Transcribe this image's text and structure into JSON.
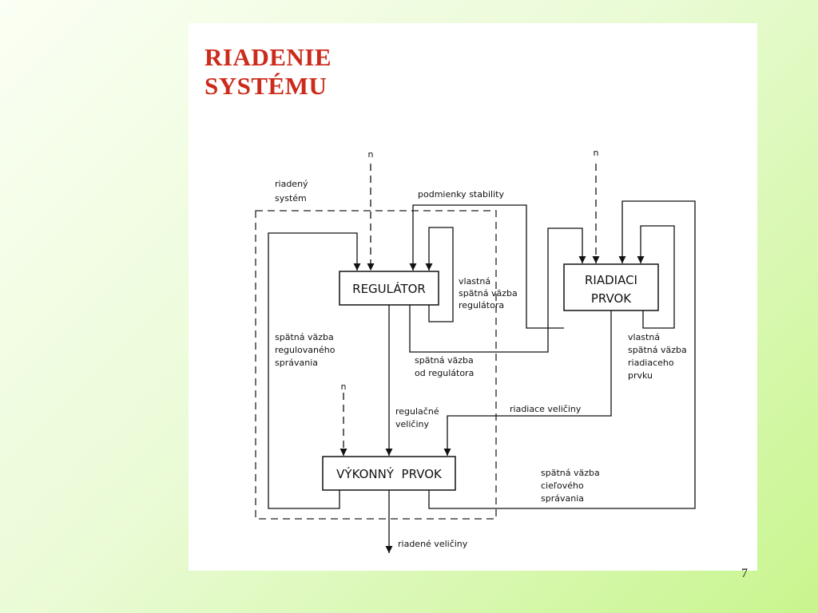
{
  "title": {
    "line1": "RIADENIE",
    "line2": "SYSTÉMU"
  },
  "page_number": "7",
  "diagram": {
    "boxes": {
      "regulator": "REGULÁTOR",
      "riadiaci_line1": "RIADIACI",
      "riadiaci_line2": "PRVOK",
      "vykonny": "VÝKONNÝ  PRVOK"
    },
    "labels": {
      "riadeny_system": [
        "riadený",
        "systém"
      ],
      "podmienky_stability": "podmienky stability",
      "n": "n",
      "vlastna_vazba_regulatora": [
        "vlastná",
        "spätná väzba",
        "regulátora"
      ],
      "vlastna_vazba_riadiaceho": [
        "vlastná",
        "spätná väzba",
        "riadiaceho",
        "prvku"
      ],
      "spatna_vazba_regulovaneho": [
        "spätná väzba",
        "regulovaného",
        "správania"
      ],
      "spatna_vazba_od_regulatora": [
        "spätná väzba",
        "od regulátora"
      ],
      "regulacne_veliciny": [
        "regulačné",
        "veličiny"
      ],
      "riadiace_veliciny": "riadiace veličiny",
      "spatna_vazba_cieloveho": [
        "spätná väzba",
        "cieľového",
        "správania"
      ],
      "riadene_veliciny": "riadené veličiny"
    }
  }
}
